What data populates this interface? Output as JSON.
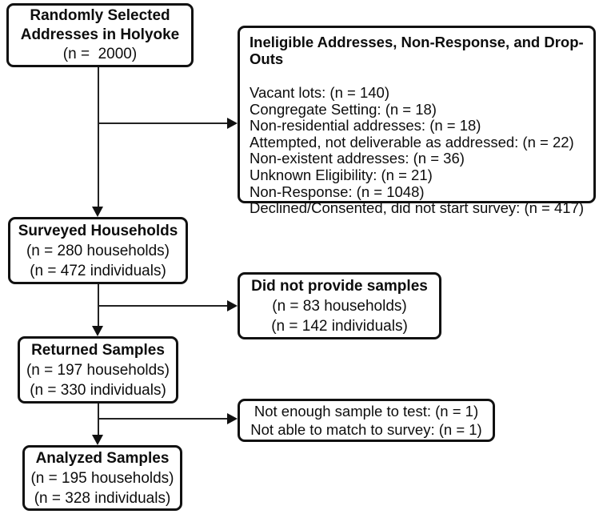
{
  "flowchart": {
    "start": {
      "title": "Randomly Selected\nAddresses in Holyoke",
      "n": "(n =  2000)"
    },
    "ineligible": {
      "title": "Ineligible Addresses, Non-Response, and Drop-Outs",
      "items": [
        "Vacant lots: (n = 140)",
        "Congregate Setting: (n = 18)",
        "Non-residential addresses: (n = 18)",
        "Attempted, not deliverable as addressed: (n = 22)",
        "Non-existent addresses: (n = 36)",
        "Unknown Eligibility: (n = 21)",
        "Non-Response: (n = 1048)",
        "Declined/Consented, did not start survey: (n = 417)"
      ]
    },
    "surveyed": {
      "title": "Surveyed Households",
      "n_households": "(n = 280 households)",
      "n_individuals": "(n = 472 individuals)"
    },
    "did_not_provide": {
      "title": "Did not provide samples",
      "n_households": "(n = 83 households)",
      "n_individuals": "(n = 142 individuals)"
    },
    "returned": {
      "title": "Returned Samples",
      "n_households": "(n = 197 households)",
      "n_individuals": "(n = 330 individuals)"
    },
    "sample_exclusions": {
      "line1": "Not enough sample to test: (n = 1)",
      "line2": "Not able to match to survey: (n = 1)"
    },
    "analyzed": {
      "title": "Analyzed Samples",
      "n_households": "(n = 195 households)",
      "n_individuals": "(n = 328 individuals)"
    },
    "colors": {
      "box_border": "#111111",
      "box_fill": "#ffffff",
      "arrow": "#222222",
      "text": "#0d0d0d"
    }
  }
}
